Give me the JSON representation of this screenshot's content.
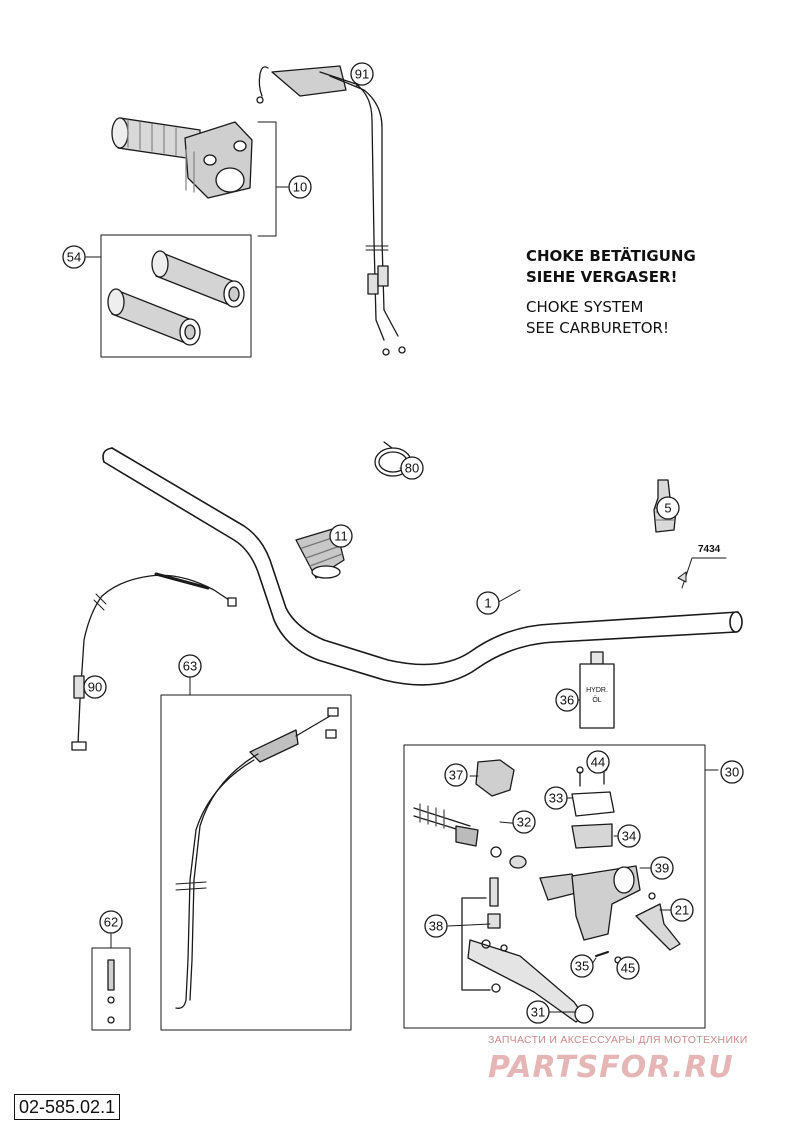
{
  "notes": {
    "de_line1": "CHOKE BETÄTIGUNG",
    "de_line2": "SIEHE VERGASER!",
    "en_line1": "CHOKE SYSTEM",
    "en_line2": "SEE CARBURETOR!"
  },
  "callouts": {
    "c1": "1",
    "c5": "5",
    "c10": "10",
    "c11": "11",
    "c21": "21",
    "c30": "30",
    "c31": "31",
    "c32": "32",
    "c33": "33",
    "c34": "34",
    "c35": "35",
    "c36": "36",
    "c37": "37",
    "c38": "38",
    "c39": "39",
    "c44": "44",
    "c45": "45",
    "c54": "54",
    "c62": "62",
    "c63": "63",
    "c80": "80",
    "c90": "90",
    "c91": "91"
  },
  "part_tag": "7434",
  "labels": {
    "hydr_oil_line1": "HYDR.",
    "hydr_oil_line2": "ÖL"
  },
  "drawing_number": "02-585.02.1",
  "watermark": {
    "text": "ЗАПЧАСТИ И АКСЕССУАРЫ ДЛЯ МОТОТЕХНИКИ",
    "logo": "PARTSFOR.RU"
  }
}
